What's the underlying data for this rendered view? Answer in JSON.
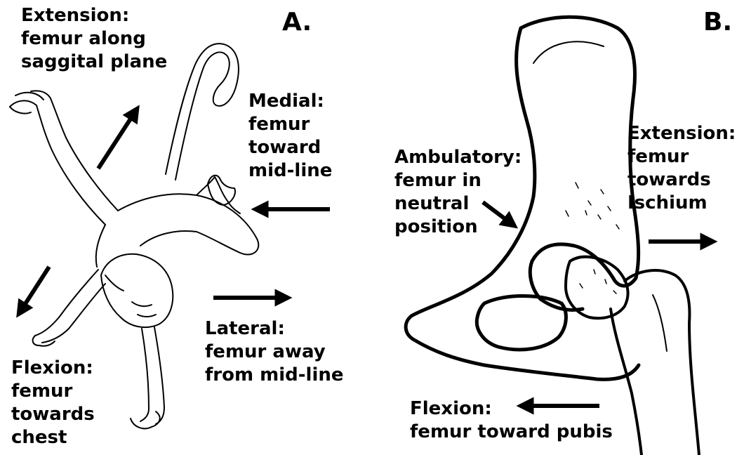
{
  "panels": {
    "a": "A.",
    "b": "B."
  },
  "panel_a": {
    "extension": [
      "Extension:",
      "femur along",
      "saggital plane"
    ],
    "medial": [
      "Medial:",
      "femur",
      "toward",
      "mid-line"
    ],
    "lateral": [
      "Lateral:",
      "femur away",
      "from mid-line"
    ],
    "flexion": [
      "Flexion:",
      "femur",
      "towards",
      "chest"
    ]
  },
  "panel_b": {
    "ambulatory": [
      "Ambulatory:",
      "femur in",
      "neutral",
      "position"
    ],
    "extension": [
      "Extension:",
      "femur",
      "towards",
      "Ischium"
    ],
    "flexion": [
      "Flexion:",
      "femur toward pubis"
    ]
  }
}
